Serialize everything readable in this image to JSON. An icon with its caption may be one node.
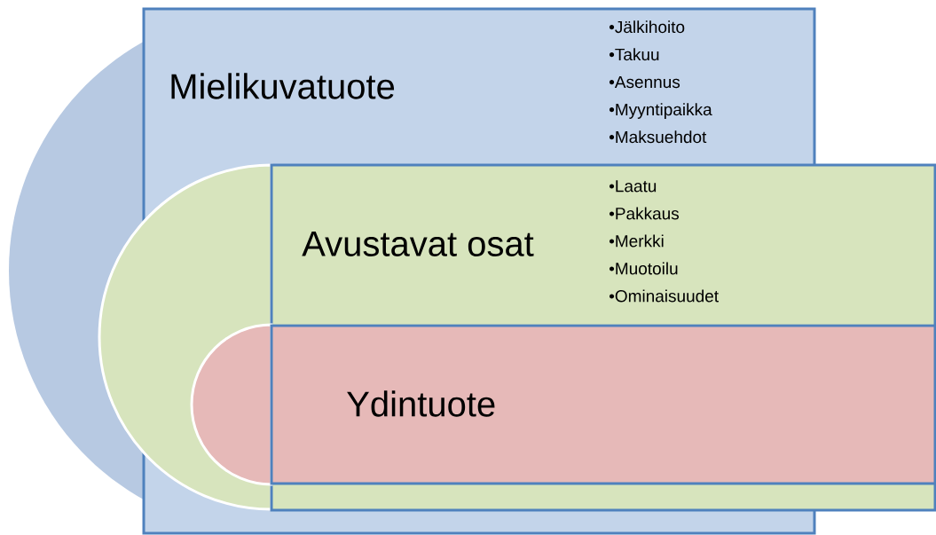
{
  "diagram": {
    "nodes": [
      {
        "text": [
          "Mielikuvatuote",
          "•Jälkihoito",
          "•Takuu",
          "•Asennus",
          "•Myyntipaikka",
          "•Maksuehdot"
        ]
      },
      {
        "text": [
          "Avustavat osat",
          "•Laatu",
          "•Pakkaus",
          "•Merkki",
          "•Muotoilu",
          "•Ominaisuudet"
        ]
      },
      {
        "text": [
          "Ydintuote"
        ],
        "in": 1
      }
    ]
  }
}
